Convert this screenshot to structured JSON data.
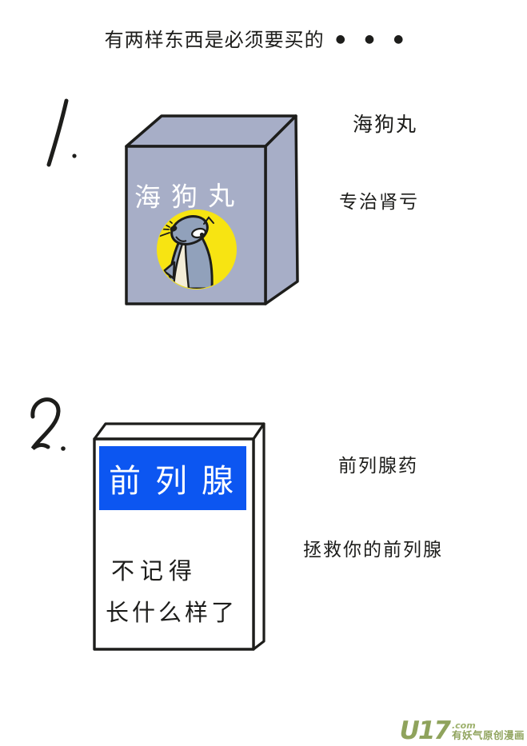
{
  "title": {
    "text": "有两样东西是必须要买的",
    "dots": "●●●"
  },
  "items": [
    {
      "number": "1.",
      "product": {
        "type": "seal-pill-box",
        "box_label": "海狗丸",
        "mascot": "seal-looking-up-in-yellow-circle",
        "colors": {
          "box_face": "#a7aec7",
          "outline": "#1d1d1b",
          "circle": "#f7e412",
          "seal_body": "#91a1bb",
          "seal_belly": "#f4edd8",
          "label_text": "#ffffff"
        }
      },
      "notes": {
        "name": "海狗丸",
        "description": "专治肾亏"
      }
    },
    {
      "number": "2.",
      "product": {
        "type": "prostate-medicine-box",
        "banner_label": "前列腺",
        "body_lines": [
          "不记得",
          "长什么样了"
        ],
        "colors": {
          "box_face": "#ffffff",
          "outline": "#1d1d1b",
          "banner": "#0c56f1",
          "banner_text": "#ffffff"
        }
      },
      "notes": {
        "name": "前列腺药",
        "description": "拯救你的前列腺"
      }
    }
  ],
  "footer": {
    "logo": {
      "brand": "U17",
      "tld": ".com",
      "tagline": "有妖气原创漫画",
      "color": "#8fa35c"
    }
  }
}
